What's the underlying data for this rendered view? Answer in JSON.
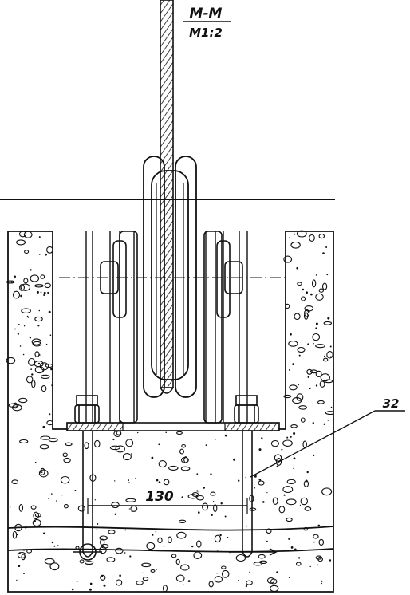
{
  "title": {
    "section": "M-M",
    "scale": "M1:2"
  },
  "labels": {
    "callout": "32",
    "dimension": "130"
  },
  "colors": {
    "ink": "#111111",
    "paper": "#ffffff"
  }
}
